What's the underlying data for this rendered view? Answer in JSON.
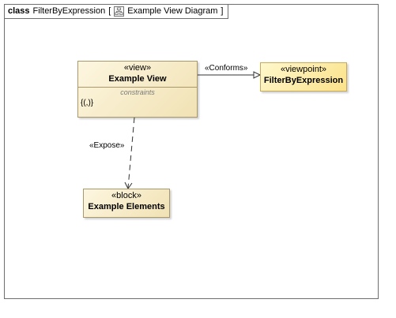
{
  "frame": {
    "keyword": "class",
    "name": "FilterByExpression",
    "bracket_open": "[",
    "diagram_title": "Example View Diagram",
    "bracket_close": "]",
    "icon": "diagram-icon"
  },
  "nodes": {
    "view": {
      "stereotype": "«view»",
      "name": "Example View",
      "compartment_title": "constraints",
      "constraint": "{(,)}"
    },
    "viewpoint": {
      "stereotype": "«viewpoint»",
      "name": "FilterByExpression"
    },
    "block": {
      "stereotype": "«block»",
      "name": "Example Elements"
    }
  },
  "edges": {
    "conforms": {
      "label": "«Conforms»"
    },
    "expose": {
      "label": "«Expose»"
    }
  }
}
